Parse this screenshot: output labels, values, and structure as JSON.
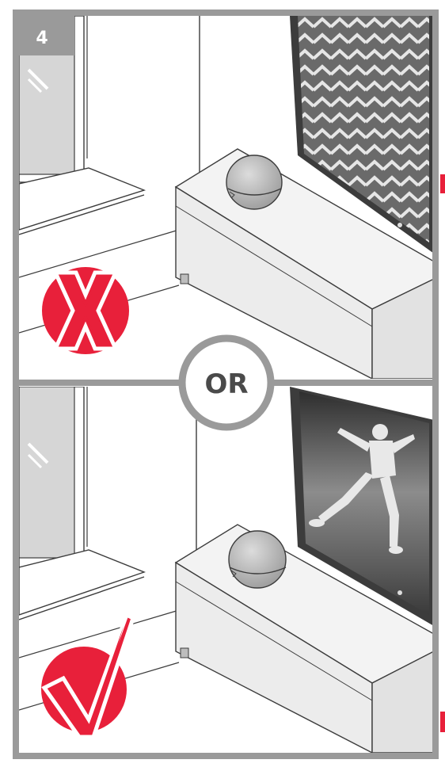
{
  "step": {
    "number": "4"
  },
  "divider": {
    "label": "OR"
  },
  "panels": [
    {
      "id": "top",
      "verdict": "incorrect",
      "verdict_icon": "cross-icon",
      "screen_content": "zigzag-static"
    },
    {
      "id": "bottom",
      "verdict": "correct",
      "verdict_icon": "checkmark-icon",
      "screen_content": "soccer-player-photo"
    }
  ],
  "colors": {
    "frame": "#9a9a9a",
    "line": "#3c3c3c",
    "accent_red": "#e8203a",
    "badge": "#9a9a9a",
    "floor": "#f2f2f2"
  }
}
